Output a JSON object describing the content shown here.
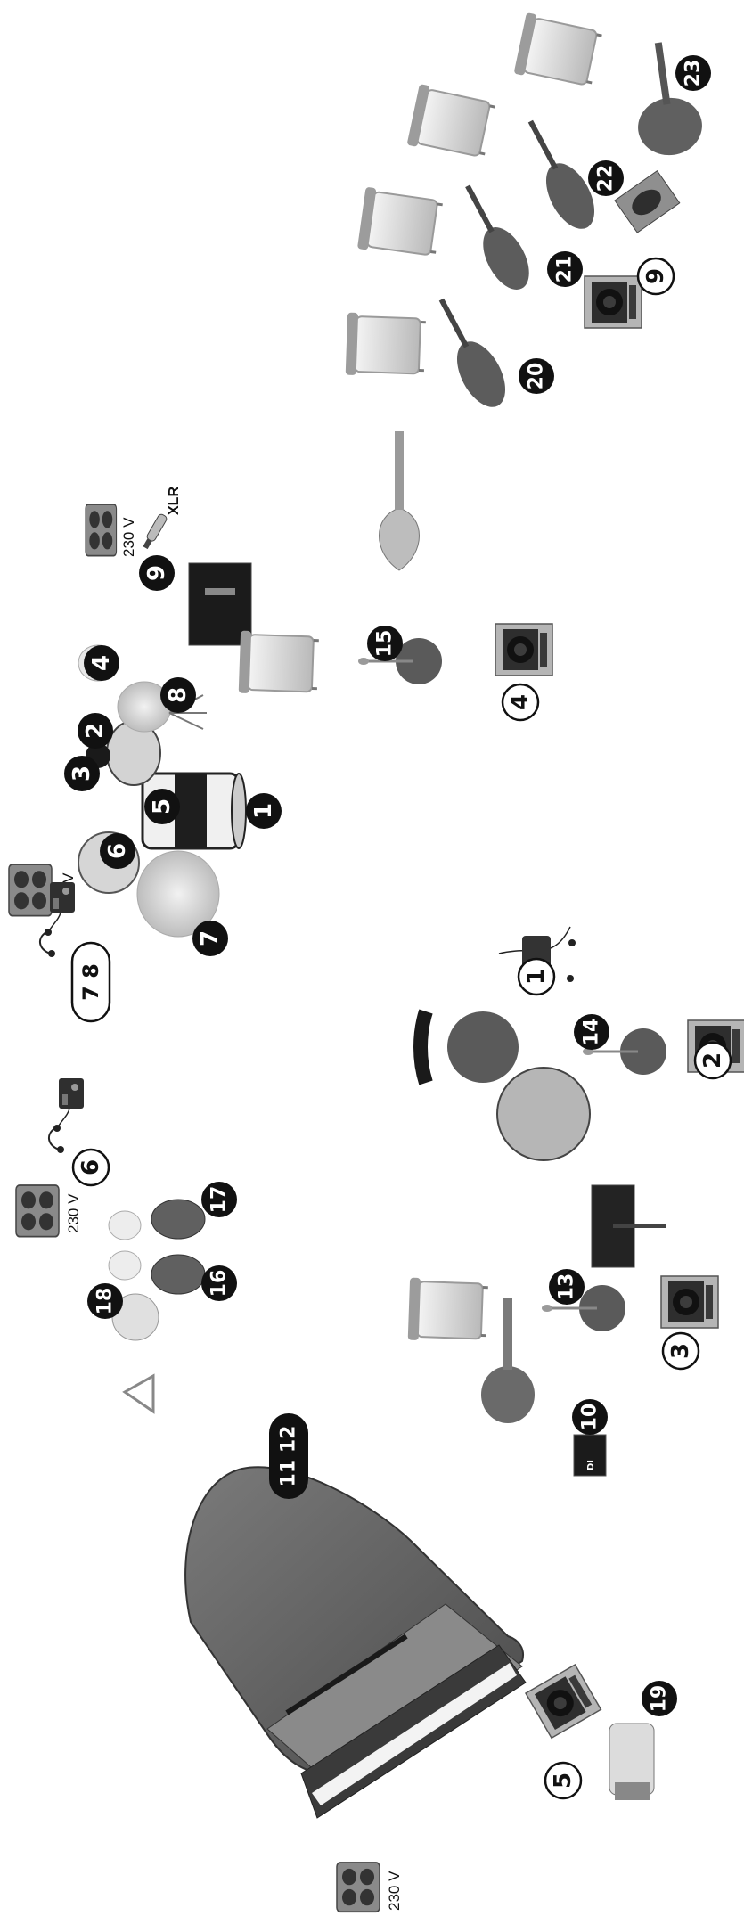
{
  "colors": {
    "marker_fill": "#111111",
    "outline_fill": "#ffffff",
    "gear": "#5a5a5a",
    "gear_light": "#cfcfcf"
  },
  "power": {
    "voltage_label": "230 V"
  },
  "connector": {
    "xlr_label": "XLR"
  },
  "di_box": {
    "label": "DI"
  },
  "instrument_markers": [
    "1",
    "2",
    "3",
    "4",
    "5",
    "6",
    "7",
    "8",
    "9",
    "10",
    "11 12",
    "13",
    "14",
    "15",
    "16",
    "17",
    "18",
    "19",
    "20",
    "21",
    "22",
    "23"
  ],
  "monitor_markers": [
    "1",
    "2",
    "3",
    "4",
    "5",
    "6",
    "7 8",
    "9"
  ]
}
